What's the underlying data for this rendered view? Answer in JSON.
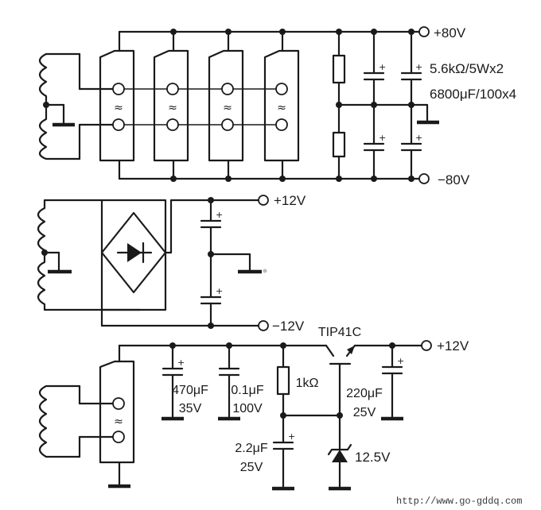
{
  "rails": {
    "plus80": "+80V",
    "minus80": "−80V",
    "plus12_sym": "+12V",
    "minus12": "−12V",
    "plus12_reg": "+12V"
  },
  "hv_parts": {
    "resistor": "5.6kΩ/5Wx2",
    "capacitor": "6800μF/100x4"
  },
  "reg_parts": {
    "c1_value": "470μF",
    "c1_voltage": "35V",
    "c2_value": "0.1μF",
    "c2_voltage": "100V",
    "r_value": "1kΩ",
    "transistor": "TIP41C",
    "c3_value": "220μF",
    "c3_voltage": "25V",
    "c4_value": "2.2μF",
    "c4_voltage": "25V",
    "zener": "12.5V"
  },
  "symbols": {
    "ac": "≈",
    "polarity": "+"
  },
  "watermark": "http://www.go-gddq.com"
}
